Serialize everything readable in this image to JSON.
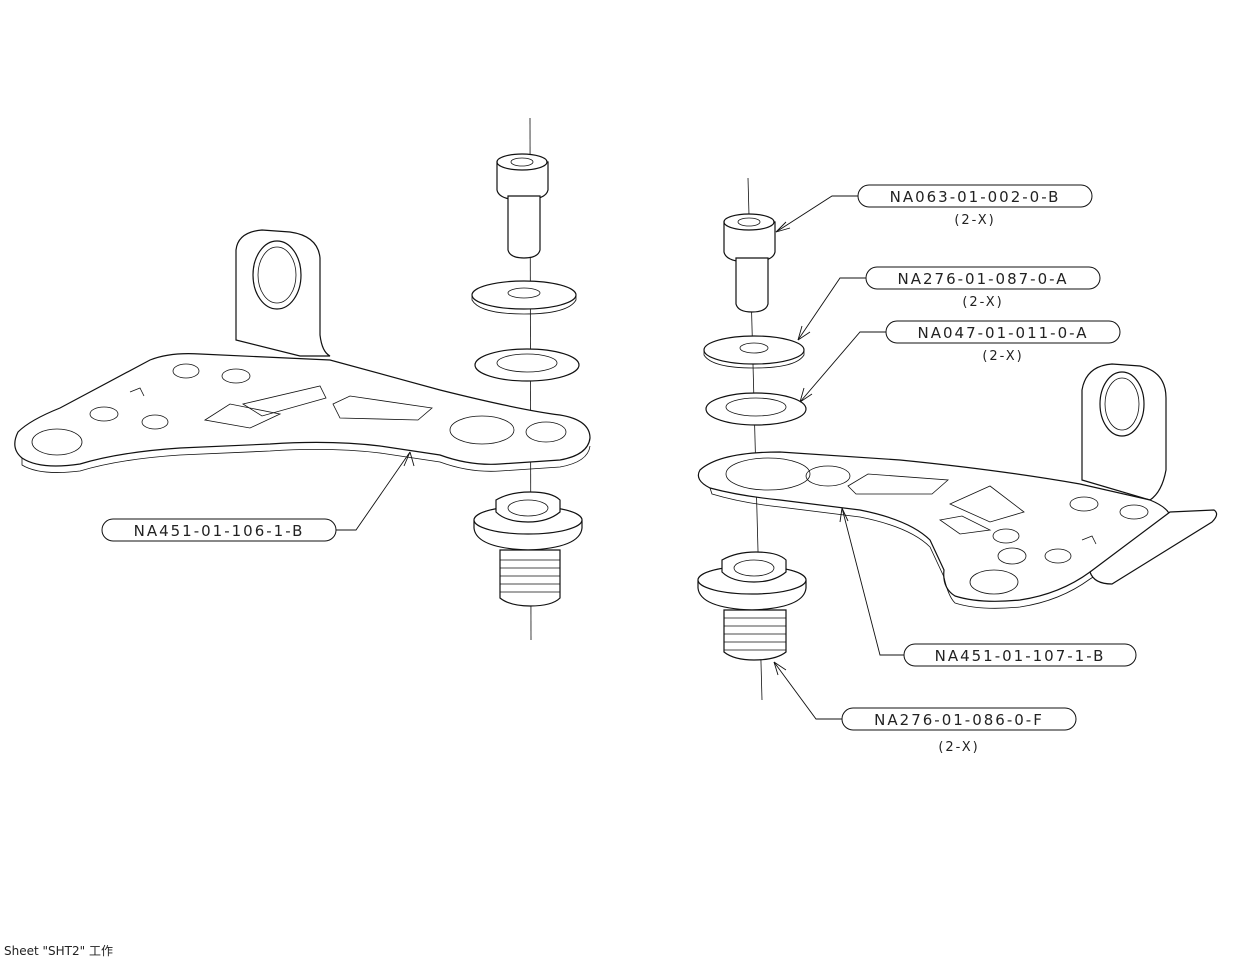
{
  "callouts": {
    "left_bracket": {
      "part_no": "NA451-01-106-1-B"
    },
    "right_screw": {
      "part_no": "NA063-01-002-0-B",
      "qty": "(2-X)"
    },
    "right_washer_upper": {
      "part_no": "NA276-01-087-0-A",
      "qty": "(2-X)"
    },
    "right_washer_lower": {
      "part_no": "NA047-01-011-0-A",
      "qty": "(2-X)"
    },
    "right_bracket": {
      "part_no": "NA451-01-107-1-B"
    },
    "right_bushing": {
      "part_no": "NA276-01-086-0-F",
      "qty": "(2-X)"
    }
  },
  "footer": {
    "sheet_label": "Sheet \"SHT2\" 工作"
  }
}
